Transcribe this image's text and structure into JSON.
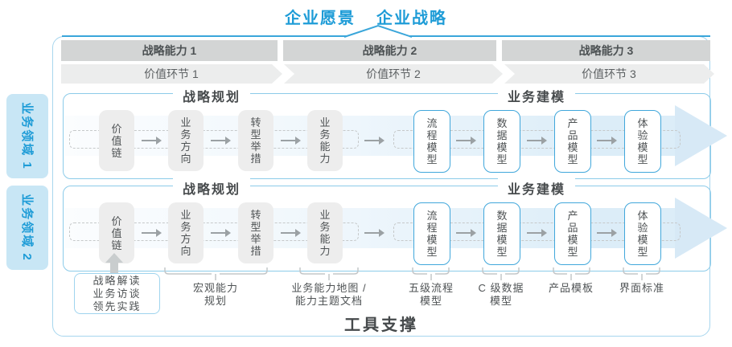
{
  "title": {
    "vision": "企业愿景",
    "strategy": "企业战略"
  },
  "capability_bars": [
    "战略能力 1",
    "战略能力 2",
    "战略能力 3"
  ],
  "value_segments": [
    "价值环节 1",
    "价值环节 2",
    "价值环节 3"
  ],
  "domains": [
    "业务领域 1",
    "业务领域 2"
  ],
  "phase_labels": {
    "planning": "战略规划",
    "modeling": "业务建模"
  },
  "flow_boxes": [
    "价值链",
    "业务方向",
    "转型举措",
    "业务能力",
    "流程模型",
    "数据模型",
    "产品模型",
    "体验模型"
  ],
  "annotations": {
    "practice_box_lines": [
      "战略解读",
      "业务访谈",
      "领先实践"
    ],
    "macro_capability": [
      "宏观能力",
      "规划"
    ],
    "capability_map": [
      "业务能力地图 /",
      "能力主题文档"
    ],
    "process_model": [
      "五级流程",
      "模型"
    ],
    "data_model": [
      "C 级数据",
      "模型"
    ],
    "product_template": "产品模板",
    "ui_standard": "界面标准"
  },
  "footer_label": "工具支撑",
  "colors": {
    "accent_blue": "#1e9cd7",
    "bar_gray": "#d3d5d5",
    "chevron_gray": "#eceded",
    "row_border": "#8ccbe9",
    "band_blue": "#dcedf8",
    "gray_box_fill": "#ededed",
    "blue_box_border": "#41a7db",
    "arrow_gray": "#9ba1a4",
    "dashed_gray": "#c6c9ca",
    "domain_bg": "#c8e6f5",
    "text_dark": "#4f5355"
  }
}
